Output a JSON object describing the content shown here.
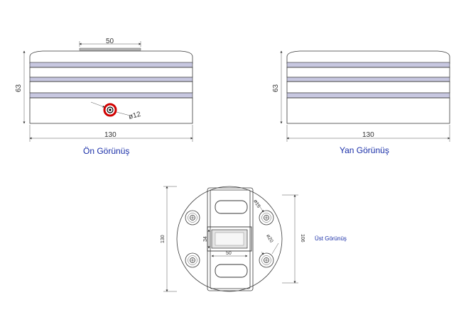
{
  "front_view": {
    "title": "Ön Görünüş",
    "dim_width": "130",
    "dim_height": "63",
    "dim_top": "50",
    "dim_hole": "ø12"
  },
  "side_view": {
    "title": "Yan Görünüş",
    "dim_width": "130",
    "dim_height": "63"
  },
  "top_view": {
    "title": "Üst Görünüş",
    "dim_height": "130",
    "dim_right": "106",
    "dim_bolt_top": "ø15",
    "dim_bolt_right": "ø20",
    "dim_lens_width": "50",
    "dim_lens_height": "34"
  },
  "colors": {
    "title": "#1a2fa8",
    "hole_ring": "#d00000",
    "band": "#b8b8d8"
  }
}
